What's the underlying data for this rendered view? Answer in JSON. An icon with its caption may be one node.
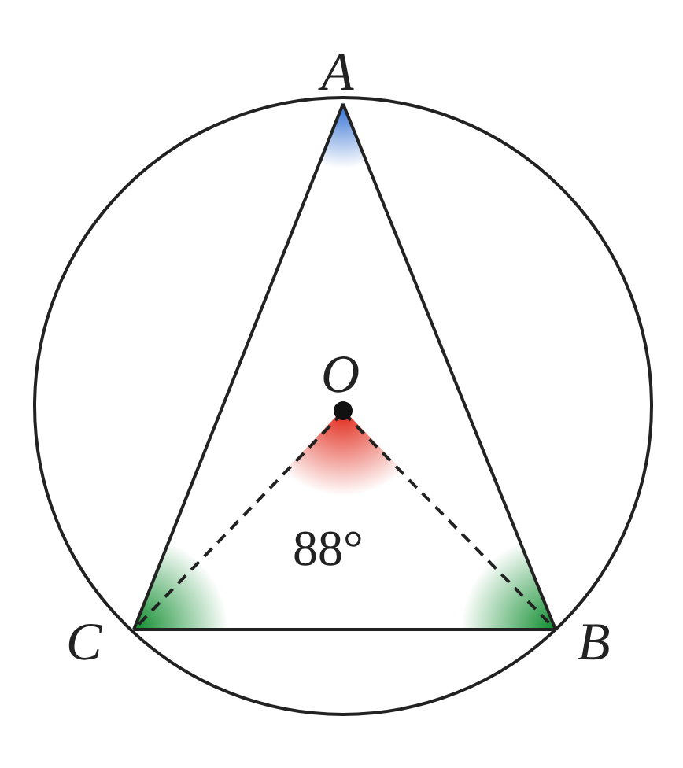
{
  "diagram": {
    "nodes": [
      {
        "text": [
          "A"
        ]
      },
      {
        "text": [
          "O"
        ]
      },
      {
        "text": [
          "C"
        ]
      },
      {
        "text": [
          "B"
        ]
      }
    ],
    "edges": [
      {
        "from": 0,
        "to": 3,
        "arrow": "none"
      },
      {
        "from": 0,
        "to": 2,
        "arrow": "none"
      },
      {
        "from": 2,
        "to": 3,
        "arrow": "none"
      },
      {
        "from": 1,
        "to": 2,
        "arrow": "none",
        "style": "dashed"
      },
      {
        "from": 1,
        "to": 3,
        "arrow": "none",
        "style": "dashed"
      }
    ],
    "labels": [
      "88°"
    ]
  }
}
